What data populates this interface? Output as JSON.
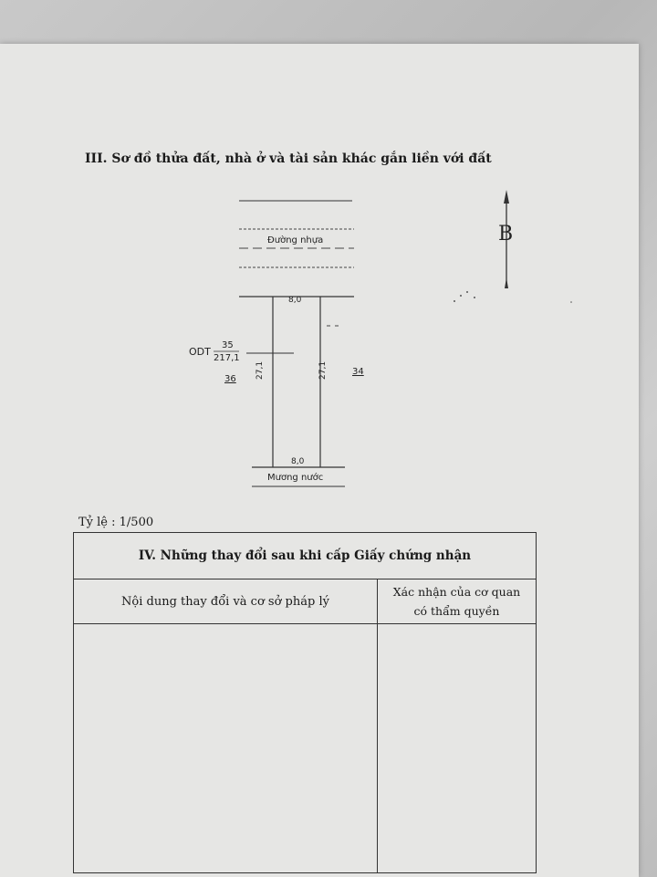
{
  "section3": {
    "title": "III. Sơ đồ thửa đất, nhà ở và tài sản khác gắn liền với đất",
    "road_label": "Đường nhựa",
    "ditch_label": "Mương nước",
    "north_label": "B",
    "parcel": {
      "land_type": "ODT",
      "parcel_number": "35",
      "area": "217,1",
      "neighbor_left": "36",
      "neighbor_right": "34",
      "top_width": "8,0",
      "bottom_width": "8,0",
      "left_length": "27,1",
      "right_length": "27,1"
    },
    "scale": "Tỷ lệ : 1/500"
  },
  "section4": {
    "title": "IV. Những thay đổi sau khi cấp Giấy chứng nhận",
    "col1_header": "Nội dung thay đổi và cơ sở pháp lý",
    "col2_header_line1": "Xác nhận của cơ quan",
    "col2_header_line2": "có thẩm quyền"
  }
}
